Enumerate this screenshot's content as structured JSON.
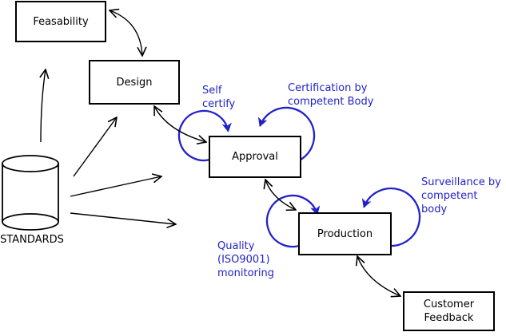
{
  "diagram": {
    "nodes": {
      "feasability": "Feasability",
      "design": "Design",
      "approval": "Approval",
      "production": "Production",
      "customer_feedback": "Customer\nFeedback"
    },
    "datastore_label": "STANDARDS",
    "annotations": {
      "self_certify": "Self\ncertify",
      "certification": "Certification by\ncompetent Body",
      "surveillance": "Surveillance by\ncompetent body",
      "quality_monitoring": "Quality\n(ISO9001)\nmonitoring"
    },
    "edges": [
      {
        "from": "STANDARDS",
        "to": "Feasability",
        "type": "arrow"
      },
      {
        "from": "STANDARDS",
        "to": "Design",
        "type": "arrow"
      },
      {
        "from": "STANDARDS",
        "to": "Approval",
        "type": "arrow"
      },
      {
        "from": "STANDARDS",
        "to": "Production",
        "type": "arrow"
      },
      {
        "from": "Feasability",
        "to": "Design",
        "type": "double-arrow"
      },
      {
        "from": "Design",
        "to": "Approval",
        "type": "double-arrow"
      },
      {
        "from": "Approval",
        "to": "Production",
        "type": "double-arrow"
      },
      {
        "from": "Production",
        "to": "Customer Feedback",
        "type": "double-arrow"
      },
      {
        "node": "Approval",
        "loop": "Self certify"
      },
      {
        "node": "Approval",
        "loop": "Certification by competent Body"
      },
      {
        "node": "Production",
        "loop": "Quality (ISO9001) monitoring"
      },
      {
        "node": "Production",
        "loop": "Surveillance by competent body"
      }
    ],
    "colors": {
      "annotation_blue": "#2222cc",
      "line_black": "#000000",
      "node_fill": "#ffffff",
      "node_border": "#000000"
    }
  }
}
